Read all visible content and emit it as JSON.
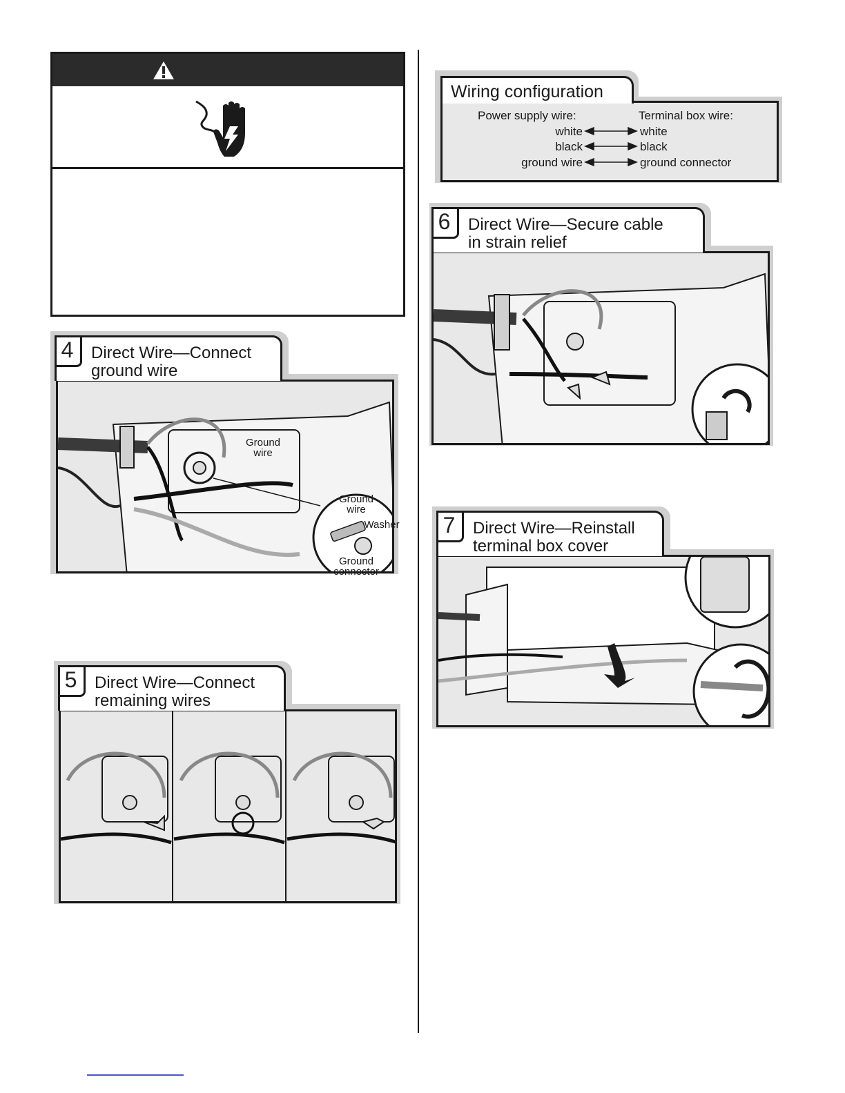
{
  "warning": {
    "icon": "warning-triangle-icon",
    "symbol": "electrical-shock-hand-icon"
  },
  "wiring": {
    "title": "Wiring configuration",
    "left_header": "Power supply wire:",
    "right_header": "Terminal box wire:",
    "rows": [
      {
        "left": "white",
        "right": "white"
      },
      {
        "left": "black",
        "right": "black"
      },
      {
        "left": "ground wire",
        "right": "ground connector"
      }
    ]
  },
  "step4": {
    "number": "4",
    "title_line1": "Direct Wire—Connect",
    "title_line2": "ground wire",
    "callouts": {
      "ground_wire_1": "Ground",
      "ground_wire_2": "wire",
      "inset_ground_1": "Ground",
      "inset_ground_2": "wire",
      "washer": "Washer",
      "connector_1": "Ground",
      "connector_2": "connector"
    }
  },
  "step5": {
    "number": "5",
    "title_line1": "Direct Wire—Connect",
    "title_line2": "remaining wires"
  },
  "step6": {
    "number": "6",
    "title_line1": "Direct Wire—Secure cable",
    "title_line2": "in strain relief"
  },
  "step7": {
    "number": "7",
    "title_line1": "Direct Wire—Reinstall",
    "title_line2": "terminal box cover"
  }
}
